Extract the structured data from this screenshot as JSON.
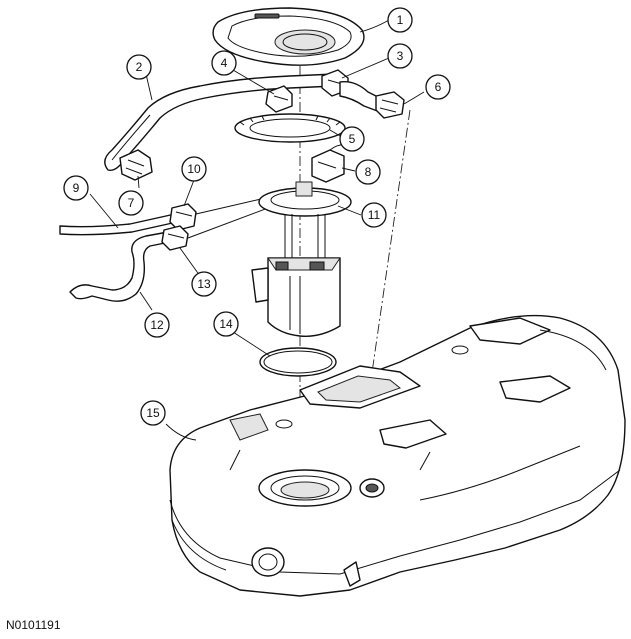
{
  "figure_id": "N0101191",
  "callouts": [
    {
      "label": "1"
    },
    {
      "label": "2"
    },
    {
      "label": "3"
    },
    {
      "label": "4"
    },
    {
      "label": "5"
    },
    {
      "label": "6"
    },
    {
      "label": "7"
    },
    {
      "label": "8"
    },
    {
      "label": "9"
    },
    {
      "label": "10"
    },
    {
      "label": "11"
    },
    {
      "label": "12"
    },
    {
      "label": "13"
    },
    {
      "label": "14"
    },
    {
      "label": "15"
    }
  ]
}
